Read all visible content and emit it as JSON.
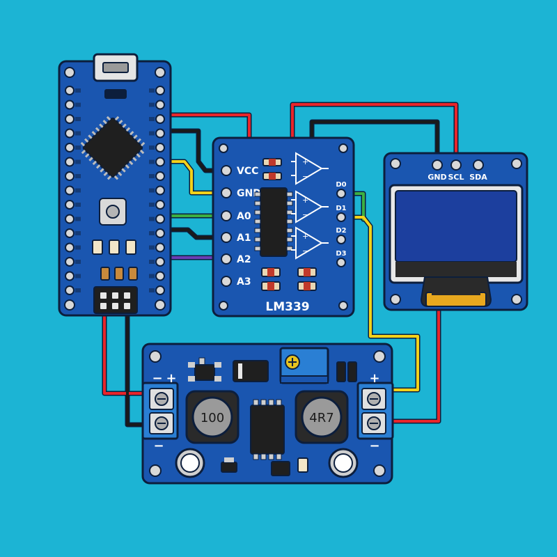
{
  "colors": {
    "background": "#1cb4d4",
    "pcb": "#1a56b0",
    "pcb_outline": "#0c1e3c",
    "wire_red": "#e8262b",
    "wire_black": "#1a1a1a",
    "wire_yellow": "#f2d21b",
    "wire_green": "#3cb043",
    "wire_purple": "#6a3fb5",
    "terminal_blue": "#2a7fd4",
    "screen": "#1c3f9e"
  },
  "comparator": {
    "title": "LM339",
    "inputs": [
      "VCC",
      "GND",
      "A0",
      "A1",
      "A2",
      "A3"
    ],
    "outputs": [
      "D0",
      "D1",
      "D2",
      "D3"
    ],
    "opamp_plus": "+",
    "opamp_minus": "−"
  },
  "oled": {
    "pins": [
      "GND",
      "SCL",
      "SDA"
    ]
  },
  "converter": {
    "inductor_left": "100",
    "inductor_right": "4R7",
    "plus": "+",
    "minus": "−"
  },
  "nano": {
    "icon": "arduino-nano-icon"
  }
}
